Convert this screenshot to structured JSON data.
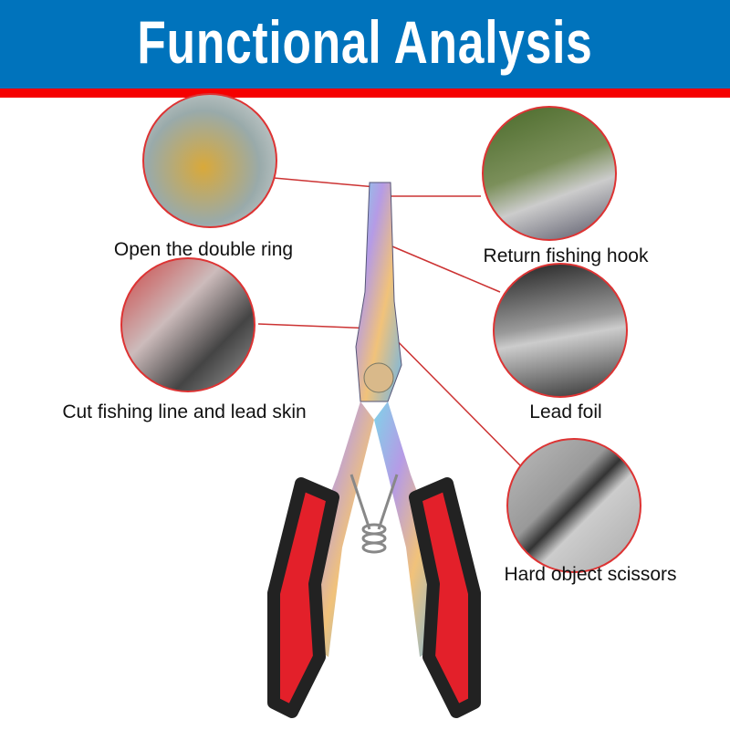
{
  "header": {
    "title": "Functional Analysis"
  },
  "features": [
    {
      "label": "Open the double ring"
    },
    {
      "label": "Return fishing hook"
    },
    {
      "label": "Cut fishing line and lead skin"
    },
    {
      "label": "Lead foil"
    },
    {
      "label": "Hard object scissors"
    }
  ],
  "colors": {
    "header_blue": "#0073bc",
    "stripe_red": "#f50000",
    "grip_red": "#e3202a",
    "grip_black": "#222222"
  }
}
